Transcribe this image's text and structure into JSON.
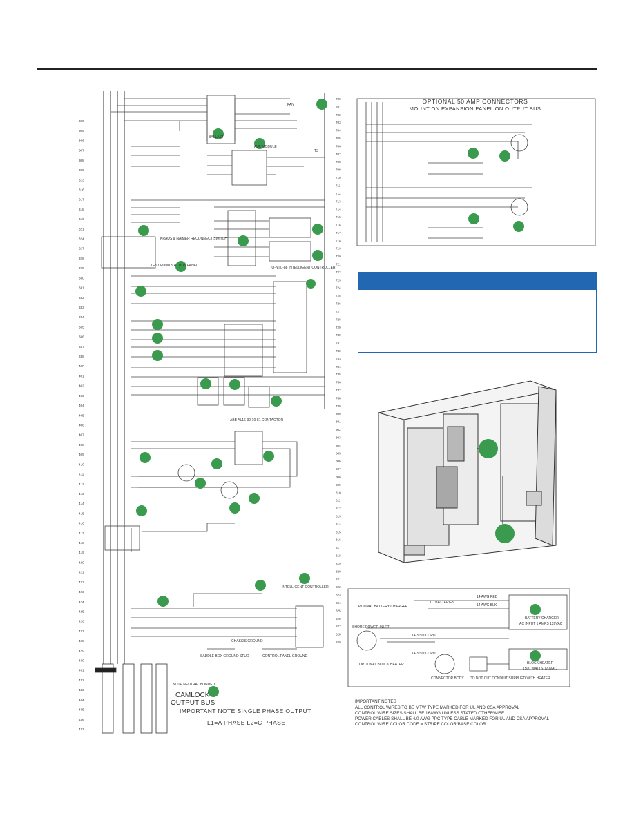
{
  "page": {
    "top_rule_color": "#1a1a1a",
    "bubble_color": "#3a9b4e",
    "note_header_color": "#2167b1"
  },
  "connectors_title": {
    "line1": "OPTIONAL 50 AMP CONNECTORS",
    "line2": "MOUNT ON EXPANSION PANEL ON OUTPUT BUS"
  },
  "camlock": {
    "line1": "CAMLOCK",
    "line2": "OUTPUT BUS"
  },
  "single_phase_note": {
    "line1": "IMPORTANT NOTE SINGLE PHASE OUTPUT",
    "line2": "L1=A PHASE   L2=C PHASE"
  },
  "important_notes": {
    "title": "IMPORTANT NOTES",
    "lines": [
      "ALL CONTROL WIRES TO BE MTW TYPE MARKED FOR UL AND CSA APPROVAL",
      "CONTROL WIRE SIZES SHALL BE 16AWG UNLESS STATED OTHERWISE",
      "POWER CABLES SHALL BE 4/0 AWG PPC TYPE CABLE MARKED FOR UL AND CSA APPROVAL",
      "CONTROL WIRE COLOR CODE = STRIPE COLOR/BASE COLOR"
    ]
  },
  "schematic_labels": {
    "ballast": "BALLAST",
    "avr": "AVR MODULE",
    "transformer": "T3",
    "fan": "FAN",
    "controller": "IQ-NTC-88 INTELLIGENT CONTROLLER",
    "test_points": "TEST POINTS AT BUS PANEL",
    "kraus": "KRAUS & NAIMER RECONNECT SWITCH",
    "contactor": "ABB AL16-30-10-81 CONTACTOR",
    "controller2": "INTELLIGENT CONTROLLER",
    "chassis_ground": "CHASSIS GROUND",
    "saddle_ground": "SADDLE BOX GROUND STUD",
    "control_ground": "CONTROL PANEL GROUND",
    "neutral_bonded": "NOTE NEUTRAL BONDED",
    "charger": "BATTERY CHARGER",
    "charger_spec": "AC INPUT 1 AMPS 120VAC",
    "block_heater": "BLOCK HEATER",
    "block_heater_spec": "1500 WATTS 120VAC",
    "optional_charger": "OPTIONAL BATTERY CHARGER",
    "shore_power": "SHORE POWER INLET",
    "optional_heater": "OPTIONAL BLOCK HEATER",
    "connector_body": "CONNECTOR BODY",
    "do_not_cut": "DO NOT CUT CONDUIT SUPPLIED WITH HEATER",
    "to_batteries": "TO BATTERIES",
    "awg_red": "14 AWG RED",
    "awg_blk": "14 AWG BLK",
    "cord1": "14/3 SO CORD",
    "cord2": "14/3 SO CORD"
  },
  "left_line_numbers": [
    "300",
    "305",
    "306",
    "307",
    "308",
    "309",
    "313",
    "316",
    "317",
    "318",
    "319",
    "321",
    "324",
    "327",
    "328",
    "329",
    "330",
    "331",
    "332",
    "333",
    "334",
    "335",
    "336",
    "337",
    "338",
    "400",
    "401",
    "402",
    "403",
    "404",
    "405",
    "406",
    "407",
    "408",
    "409",
    "410",
    "411",
    "412",
    "413",
    "414",
    "415",
    "416",
    "417",
    "418",
    "419",
    "420",
    "421",
    "422",
    "423",
    "424",
    "425",
    "426",
    "427",
    "428",
    "429",
    "430",
    "431",
    "432",
    "433",
    "434",
    "435",
    "436",
    "437"
  ],
  "right_line_numbers": [
    "700",
    "701",
    "702",
    "703",
    "704",
    "705",
    "706",
    "707",
    "708",
    "709",
    "710",
    "711",
    "712",
    "713",
    "714",
    "715",
    "716",
    "717",
    "718",
    "719",
    "720",
    "721",
    "722",
    "723",
    "724",
    "725",
    "726",
    "727",
    "728",
    "729",
    "730",
    "731",
    "732",
    "733",
    "734",
    "735",
    "736",
    "737",
    "738",
    "739",
    "800",
    "801",
    "802",
    "803",
    "804",
    "805",
    "806",
    "807",
    "808",
    "809",
    "810",
    "811",
    "812",
    "813",
    "814",
    "815",
    "816",
    "817",
    "818",
    "819",
    "820",
    "821",
    "822",
    "823",
    "824",
    "825",
    "826",
    "827",
    "828",
    "829"
  ]
}
